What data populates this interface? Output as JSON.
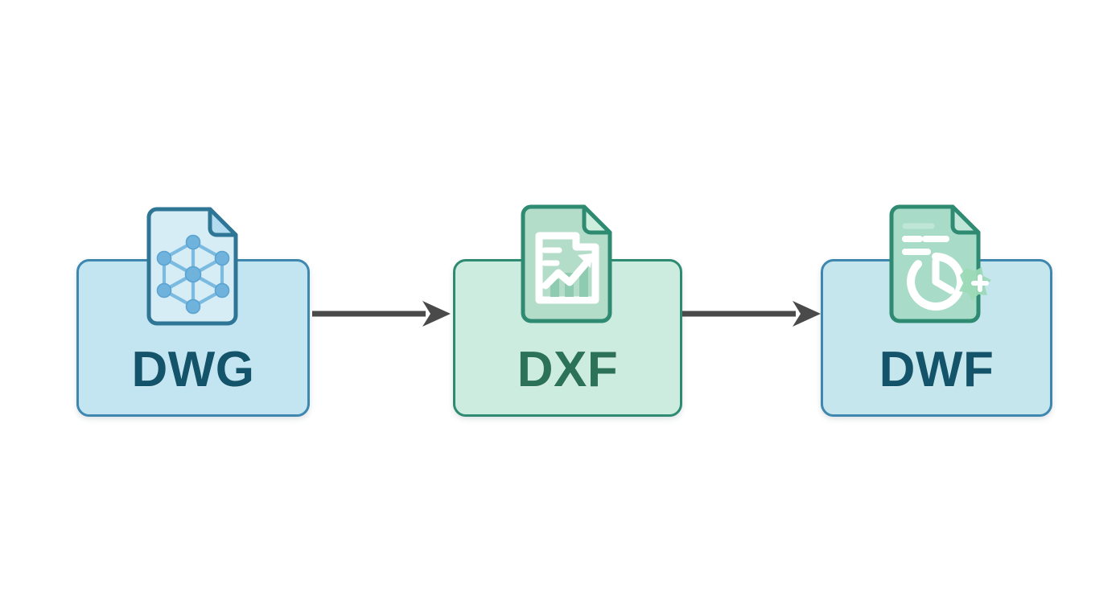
{
  "diagram": {
    "type": "flow",
    "title": "CAD file format conversion flow",
    "background_color": "#ffffff",
    "orientation": "left-to-right",
    "steps": [
      {
        "id": "dwg",
        "label": "DWG",
        "card_fill": "#c3e5f2",
        "card_border": "#3f87ae",
        "label_color": "#14546a",
        "icon_name": "dwg-network-document-icon",
        "icon_description": "document with folded corner containing a hexagonal node-link network graph",
        "icon_fill": "#d7edf6",
        "icon_border": "#2f7696",
        "icon_accent": "#6fb3dc"
      },
      {
        "id": "dxf",
        "label": "DXF",
        "card_fill": "#cdece0",
        "card_border": "#2e8b72",
        "label_color": "#2c7258",
        "icon_name": "dxf-chart-document-icon",
        "icon_description": "document with folded corner containing a white bar chart with rising trend arrow",
        "icon_fill": "#b4ddc9",
        "icon_border": "#2e8b72",
        "icon_accent": "#ffffff"
      },
      {
        "id": "dwf",
        "label": "DWF",
        "card_fill": "#c6e6ee",
        "card_border": "#3f87ae",
        "label_color": "#14546a",
        "icon_name": "dwf-clock-document-icon",
        "icon_description": "document with folded corner containing text lines, a clock dial and a green starburst plus badge",
        "icon_fill": "#a8dcc9",
        "icon_border": "#2e8b72",
        "icon_accent": "#ffffff",
        "badge_fill": "#9bd9b7",
        "badge_symbol": "+"
      }
    ],
    "connectors": [
      {
        "id": "arrow-1",
        "from": "dwg",
        "to": "dxf",
        "color": "#4a4a4a",
        "style": "solid-arrow"
      },
      {
        "id": "arrow-2",
        "from": "dxf",
        "to": "dwf",
        "color": "#4a4a4a",
        "style": "solid-arrow"
      }
    ]
  }
}
